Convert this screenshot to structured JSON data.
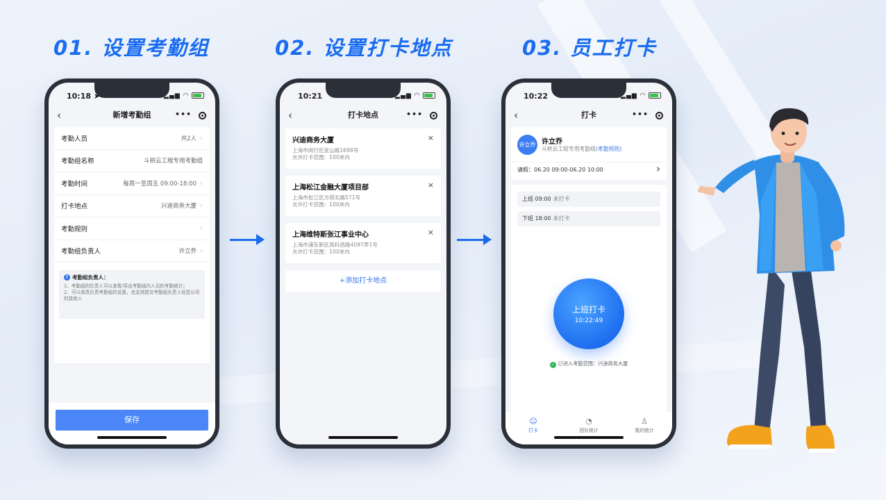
{
  "steps": [
    {
      "title": "01. 设置考勤组"
    },
    {
      "title": "02. 设置打卡地点"
    },
    {
      "title": "03. 员工打卡"
    }
  ],
  "phone1": {
    "status_time": "10:18 ➤",
    "nav_title": "新增考勤组",
    "back": "‹",
    "capsule_dots": "•••",
    "rows": [
      {
        "label": "考勤人员",
        "value": "共2人"
      },
      {
        "label": "考勤组名称",
        "value": "斗栱云工程专用考勤组"
      },
      {
        "label": "考勤时间",
        "value": "每周一至周五 09:00-18:00"
      },
      {
        "label": "打卡地点",
        "value": "兴迪商务大厦"
      },
      {
        "label": "考勤规则",
        "value": ""
      },
      {
        "label": "考勤组负责人",
        "value": "许立乔"
      }
    ],
    "tip_title": "考勤组负责人：",
    "tip_line1": "1、考勤组的负责人可以查看/导出考勤组内人员的考勤统计；",
    "tip_line2": "2、可以修改负责考勤组的设置，也支持提交考勤组负责人给您公司的其他人",
    "save_label": "保存"
  },
  "phone2": {
    "status_time": "10:21",
    "nav_title": "打卡地点",
    "back": "‹",
    "capsule_dots": "•••",
    "locations": [
      {
        "name": "兴迪商务大厦",
        "address": "上海市闵行区宜山路1698号",
        "range": "允许打卡范围：100米内"
      },
      {
        "name": "上海松江金融大厦项目部",
        "address": "上海市松江区方塔北路571号",
        "range": "允许打卡范围：100米内"
      },
      {
        "name": "上海维特斯张江事业中心",
        "address": "上海市浦东新区高科西路4097弄1号",
        "range": "允许打卡范围：100米内"
      }
    ],
    "close": "×",
    "add_label": "+添加打卡地点"
  },
  "phone3": {
    "status_time": "10:22",
    "nav_title": "打卡",
    "back": "‹",
    "capsule_dots": "•••",
    "avatar_text": "许立乔",
    "user_name": "许立乔",
    "group": "斗栱云工程专用考勤组",
    "rule_link": "(考勤规则)",
    "leave": "请假：06.20 09:00-06.20 10:00",
    "leave_chev": "›",
    "shifts": [
      {
        "label": "上班 09:00",
        "status": "未打卡"
      },
      {
        "label": "下班 18:00",
        "status": "未打卡"
      }
    ],
    "punch_label": "上班打卡",
    "punch_time": "10:22:49",
    "check_mark": "✓",
    "in_range": "已进入考勤范围：兴迪商务大厦",
    "tabs": [
      {
        "label": "打卡",
        "icon": "☺"
      },
      {
        "label": "团队统计",
        "icon": "◔"
      },
      {
        "label": "我的统计",
        "icon": "♙"
      }
    ]
  },
  "colors": {
    "brand": "#1a6cf0",
    "button": "#4a86f7",
    "success": "#2fb45a"
  }
}
